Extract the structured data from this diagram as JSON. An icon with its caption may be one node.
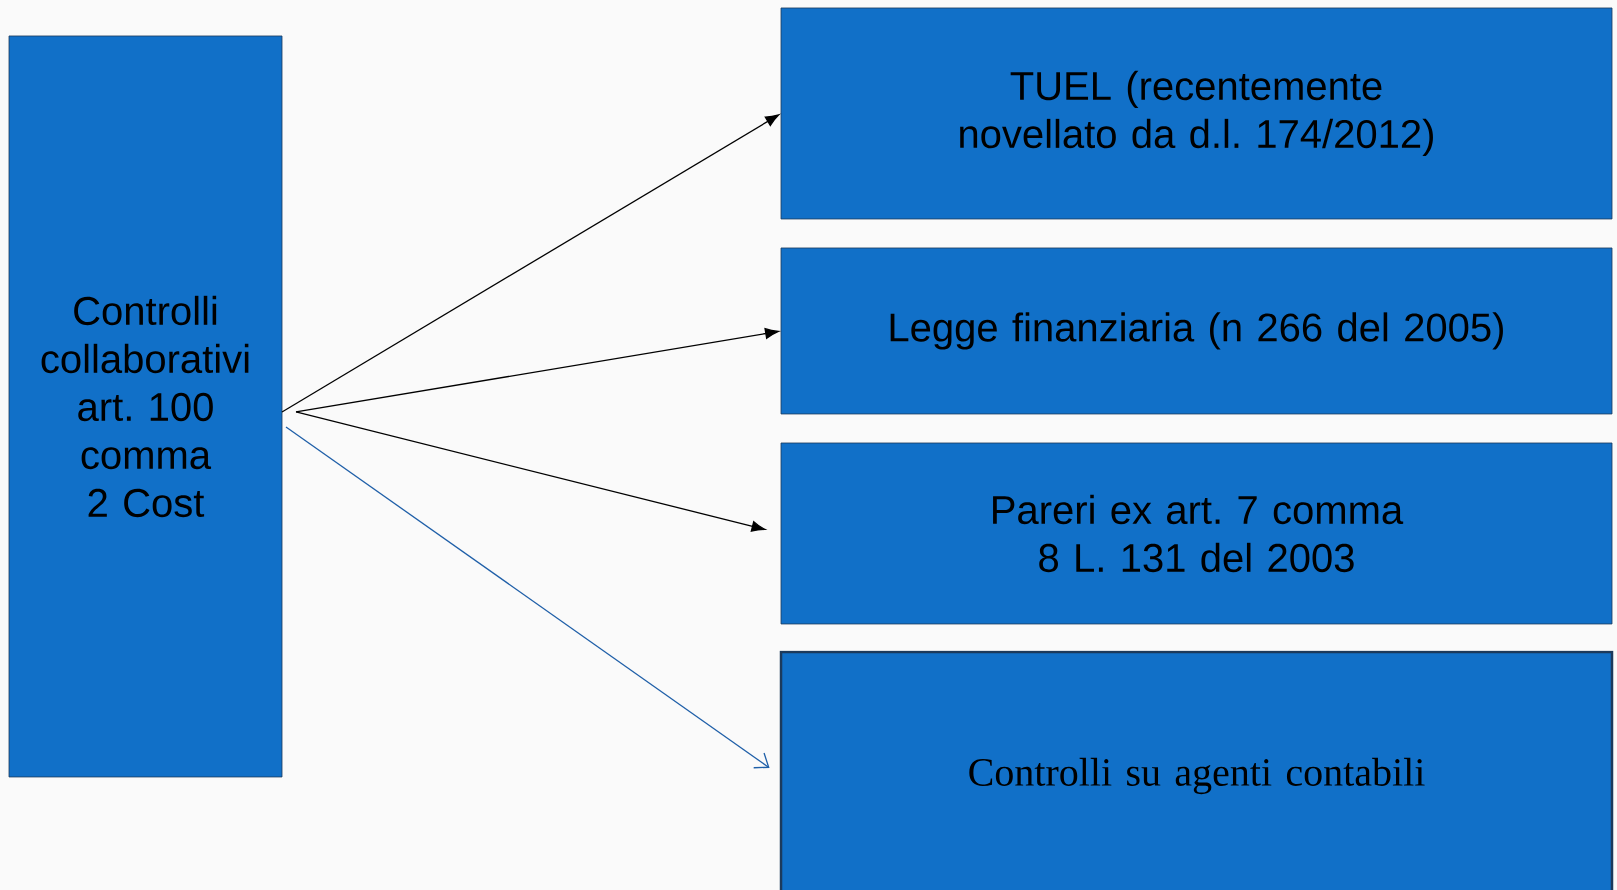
{
  "diagram": {
    "nodes": [
      {
        "text": [
          "Controlli collaborativi art. 100 comma 2 Cost"
        ]
      },
      {
        "text": [
          "TUEL (recentemente novellato da d.l. 174/2012)"
        ]
      },
      {
        "text": [
          "Legge finanziaria (n 266 del 2005)"
        ]
      },
      {
        "text": [
          "Pareri ex art. 7 comma 8 L. 131 del 2003"
        ]
      },
      {
        "text": [
          "Controlli su agenti contabili"
        ]
      }
    ],
    "edges": [
      {
        "from": 0,
        "to": 1,
        "arrow": "to"
      },
      {
        "from": 0,
        "to": 2,
        "arrow": "to"
      },
      {
        "from": 0,
        "to": 3,
        "arrow": "to"
      },
      {
        "from": 0,
        "to": 4,
        "arrow": "to",
        "color": "#1f5fa8"
      }
    ]
  }
}
